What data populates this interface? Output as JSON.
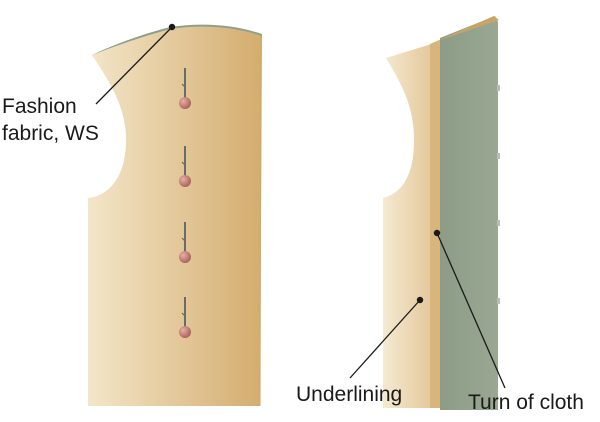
{
  "labels": {
    "fashion_fabric_line1": "Fashion",
    "fashion_fabric_line2": "fabric, WS",
    "underlining": "Underlining",
    "turn_of_cloth": "Turn of cloth"
  },
  "colors": {
    "fabric_light": "#f3e6c9",
    "fabric_dark": "#d4ac6e",
    "fabric_edge": "#8fa08a",
    "green_layer": "#96a490",
    "green_layer_dark": "#86977f",
    "pin_head": "#b97068",
    "pin_shaft": "#6a6a6a",
    "leader_line": "#1a1a1a"
  },
  "icons": {
    "pin": "pin-icon",
    "leader_dot": "leader-dot"
  }
}
